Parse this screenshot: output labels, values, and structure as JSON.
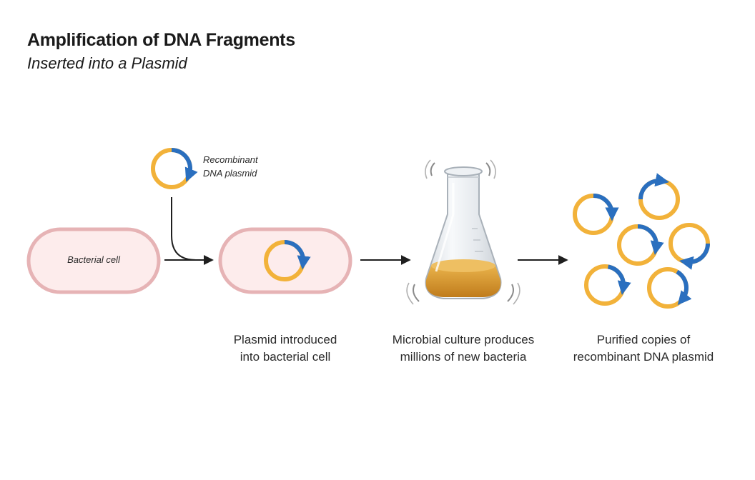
{
  "header": {
    "title": "Amplification of DNA Fragments",
    "subtitle": "Inserted into a Plasmid"
  },
  "labels": {
    "recombinant_line1": "Recombinant",
    "recombinant_line2": "DNA plasmid",
    "bacterial_cell": "Bacterial cell"
  },
  "captions": {
    "step1_line1": "Plasmid introduced",
    "step1_line2": "into bacterial cell",
    "step2_line1": "Microbial culture produces",
    "step2_line2": "millions of new bacteria",
    "step3_line1": "Purified copies of",
    "step3_line2": "recombinant DNA plasmid"
  },
  "colors": {
    "plasmid_ring": "#f2b23a",
    "dna_insert": "#2a6fbf",
    "cell_fill": "#fdecec",
    "cell_stroke": "#e6b3b5",
    "arrow": "#1f1f1f",
    "culture": "#d9952a"
  },
  "icons": [
    "plasmid-icon",
    "bacterial-cell-icon",
    "flask-icon",
    "arrow-icon"
  ]
}
